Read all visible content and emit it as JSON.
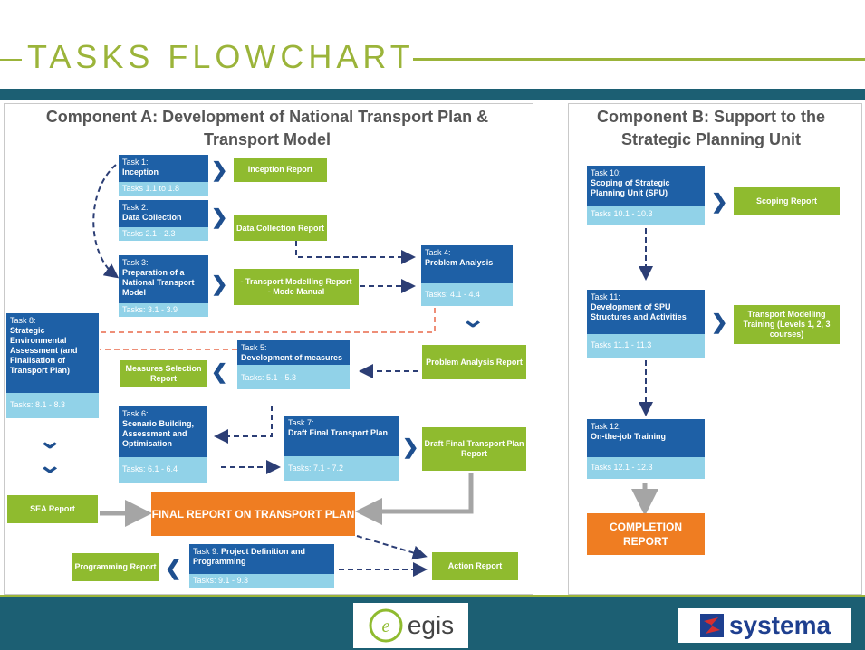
{
  "title": "TASKS FLOWCHART",
  "colors": {
    "accent": "#9bb43a",
    "task_header": "#1e60a6",
    "task_sub": "#91d2e8",
    "deliverable": "#8fbb2f",
    "final": "#ef7d22",
    "band": "#1c5f73"
  },
  "component_a": {
    "title": "Component A: Development of National Transport Plan & Transport Model",
    "tasks": [
      {
        "number": "Task 1:",
        "name": "Inception",
        "sub": "Tasks 1.1 to 1.8"
      },
      {
        "number": "Task 2:",
        "name": "Data Collection",
        "sub": "Tasks 2.1 - 2.3"
      },
      {
        "number": "Task 3:",
        "name": "Preparation of a National Transport Model",
        "sub": "Tasks: 3.1 - 3.9"
      },
      {
        "number": "Task 4:",
        "name": "Problem Analysis",
        "sub": "Tasks: 4.1 - 4.4"
      },
      {
        "number": "Task 5:",
        "name": "Development of measures",
        "sub": "Tasks: 5.1 - 5.3"
      },
      {
        "number": "Task 6:",
        "name": "Scenario Building, Assessment and Optimisation",
        "sub": "Tasks: 6.1 - 6.4"
      },
      {
        "number": "Task 7:",
        "name": "Draft Final Transport Plan",
        "sub": "Tasks: 7.1 - 7.2"
      },
      {
        "number": "Task 8:",
        "name": "Strategic Environmental Assessment (and Finalisation of Transport Plan)",
        "sub": "Tasks: 8.1 - 8.3"
      },
      {
        "number": "Task 9:",
        "name": "Project Definition and Programming",
        "sub": "Tasks: 9.1 - 9.3"
      }
    ],
    "deliverables": {
      "inception": "Inception Report",
      "data_collection": "Data Collection Report",
      "transport_modelling": "- Transport Modelling Report\n- Mode Manual",
      "problem_analysis": "Problem Analysis Report",
      "measures_selection": "Measures Selection Report",
      "draft_final": "Draft Final Transport Plan Report",
      "sea": "SEA Report",
      "programming": "Programming Report",
      "action": "Action Report"
    },
    "final_report": "FINAL REPORT ON TRANSPORT PLAN"
  },
  "component_b": {
    "title": "Component B: Support to the Strategic Planning Unit",
    "tasks": [
      {
        "number": "Task 10:",
        "name": "Scoping of Strategic Planning Unit (SPU)",
        "sub": "Tasks 10.1 - 10.3"
      },
      {
        "number": "Task 11:",
        "name": "Development of SPU Structures and Activities",
        "sub": "Tasks 11.1 - 11.3"
      },
      {
        "number": "Task 12:",
        "name": "On-the-job Training",
        "sub": "Tasks 12.1 - 12.3"
      }
    ],
    "deliverables": {
      "scoping": "Scoping Report",
      "training": "Transport Modelling Training (Levels 1, 2, 3 courses)"
    },
    "completion": "COMPLETION REPORT"
  },
  "logos": {
    "egis": "egis",
    "systema": "systema"
  }
}
